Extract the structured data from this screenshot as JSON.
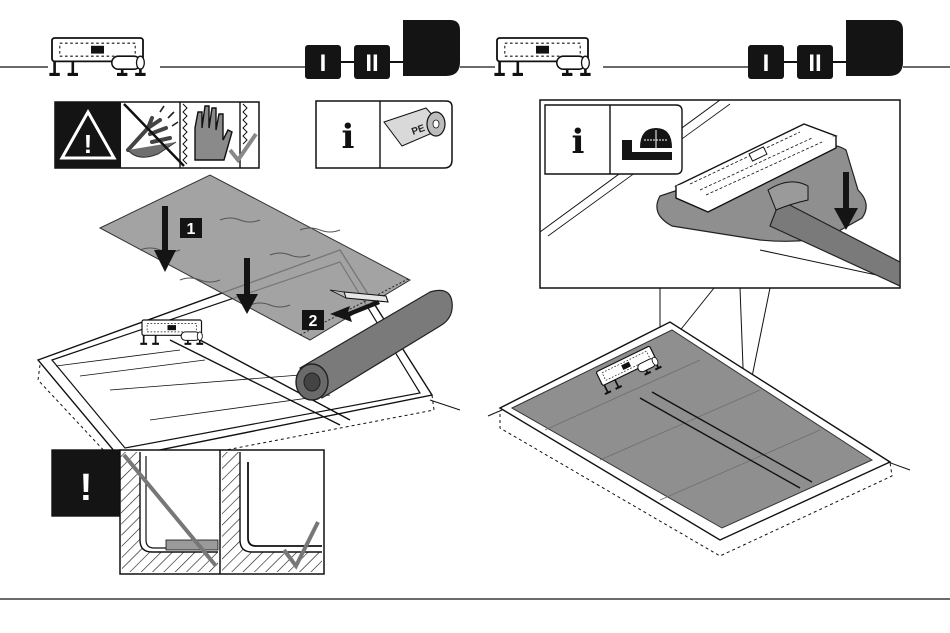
{
  "page": {
    "background": "#ffffff",
    "line_color": "#111111",
    "membrane_color": "#8f8f8f",
    "fill_dark": "#141414"
  },
  "left_panel": {
    "phase_markers": [
      "I",
      "II",
      ""
    ],
    "active_phase_index": 2,
    "warning": {
      "symbol": "!",
      "crossed_bare_hand": true,
      "gloved_hand_ok": true
    },
    "info_box": {
      "symbol": "i",
      "roll_label": "PE"
    },
    "steps": [
      {
        "label": "1",
        "arrow": "down"
      },
      {
        "label": "2",
        "arrow": "left"
      }
    ],
    "notice": {
      "symbol": "!",
      "wrong_detail": "crossed",
      "right_detail": "check"
    }
  },
  "right_panel": {
    "phase_markers": [
      "I",
      "II",
      ""
    ],
    "active_phase_index": 2,
    "info_box": {
      "symbol": "i"
    }
  }
}
